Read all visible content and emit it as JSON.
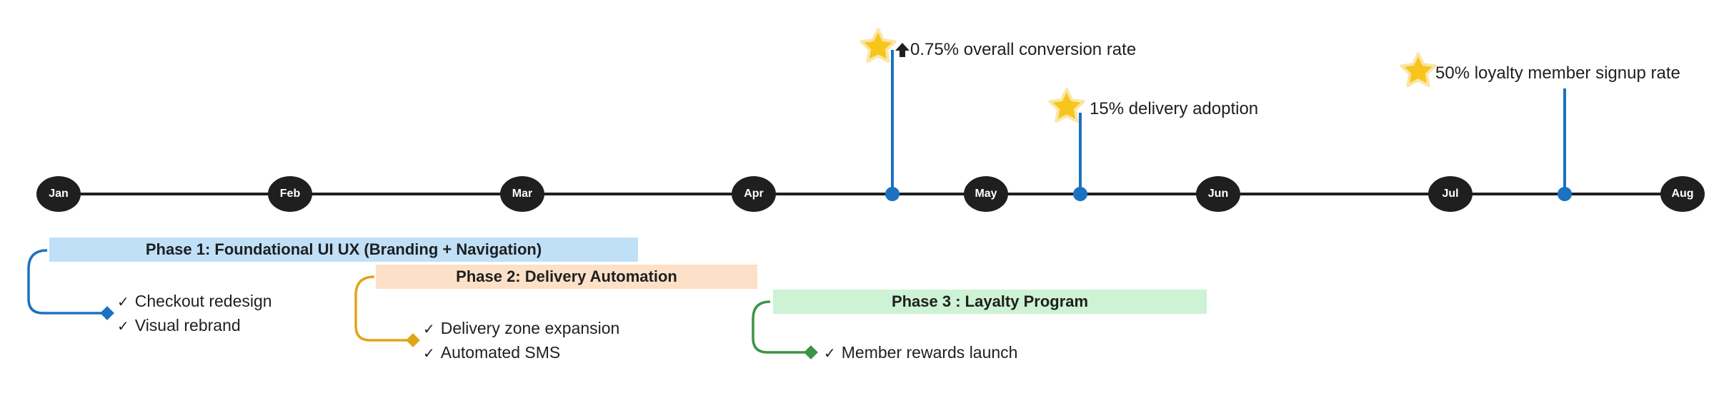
{
  "timeline": {
    "months": [
      "Jan",
      "Feb",
      "Mar",
      "Apr",
      "May",
      "Jun",
      "Jul",
      "Aug"
    ]
  },
  "milestones": [
    {
      "text": "0.75% overall conversion rate",
      "marker": "up-arrow-icon",
      "star": "star-icon"
    },
    {
      "text": "15% delivery adoption",
      "star": "star-icon"
    },
    {
      "text": "50% loyalty member signup rate",
      "star": "star-icon"
    }
  ],
  "phases": [
    {
      "label": "Phase 1:  Foundational UI UX (Branding + Navigation)",
      "fill": "#bfe0f7",
      "accent": "#1b72c0",
      "tasks": [
        "Checkout redesign",
        "Visual rebrand"
      ]
    },
    {
      "label": "Phase 2:  Delivery Automation",
      "fill": "#fde0c8",
      "accent": "#e0a41a",
      "tasks": [
        "Delivery zone expansion",
        "Automated SMS"
      ]
    },
    {
      "label": "Phase 3 : Layalty Program",
      "fill": "#cdf2d4",
      "accent": "#3d9447",
      "tasks": [
        "Member rewards launch"
      ]
    }
  ],
  "colors": {
    "timeline_line": "#1f1f1f",
    "month_node": "#1f1f1f",
    "milestone_line": "#1b72c0",
    "star": "#f7c51c"
  },
  "icons": {
    "check": "✓"
  }
}
